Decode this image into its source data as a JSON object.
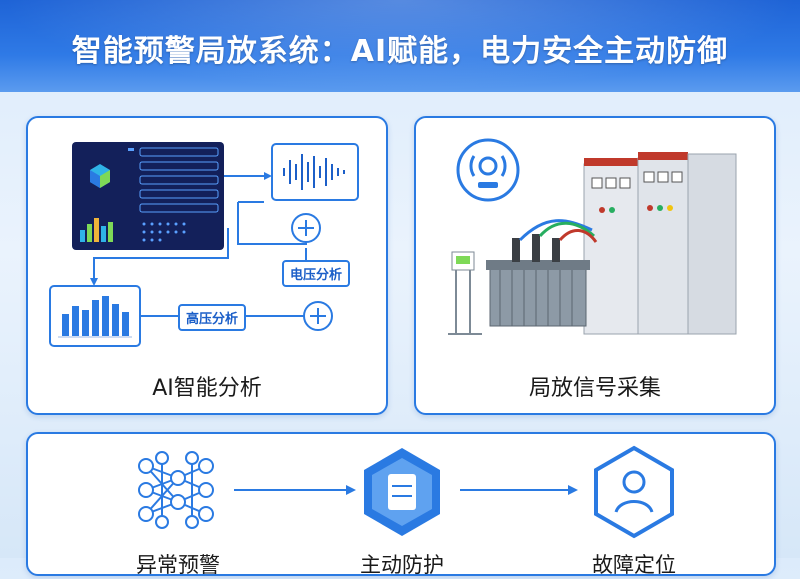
{
  "header": {
    "title": "智能预警局放系统：AI赋能，电力安全主动防御"
  },
  "panels": {
    "ai": {
      "caption": "AI智能分析",
      "tag_voltage": "电压分析",
      "tag_high_voltage": "高压分析"
    },
    "signal": {
      "caption": "局放信号采集"
    }
  },
  "steps": [
    {
      "label": "异常预警"
    },
    {
      "label": "主动防护"
    },
    {
      "label": "故障定位"
    }
  ],
  "colors": {
    "accent": "#2a7ae2",
    "banner": "#1e63d6",
    "dark_panel": "#13205a"
  }
}
